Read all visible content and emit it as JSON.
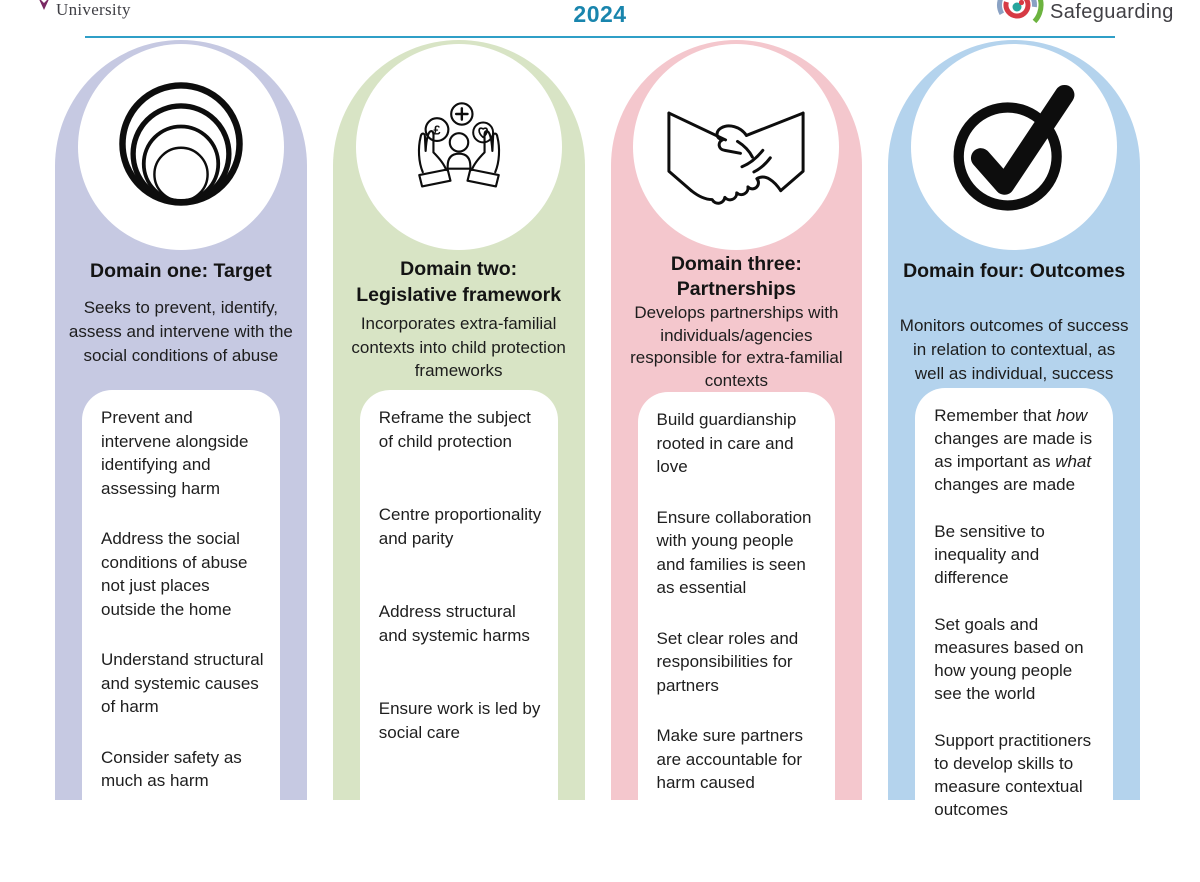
{
  "header": {
    "university": {
      "visible_text": "University"
    },
    "year": "2024",
    "brand": {
      "visible_text": "Safeguarding"
    }
  },
  "colors": {
    "accent_teal": "#1985ad",
    "rule_blue": "#2f9fc7",
    "column_1": "#c6c9e2",
    "column_2": "#d8e4c5",
    "column_3": "#f4c7cd",
    "column_4": "#b4d3ed"
  },
  "columns": [
    {
      "icon": "concentric-circles-target-icon",
      "color": "#c6c9e2",
      "title": "Domain one: Target",
      "subtitle": "Seeks to prevent, identify, assess and intervene with the social conditions of abuse",
      "bullets": [
        "Prevent and intervene alongside identifying and assessing harm",
        "Address the social conditions of abuse not just places outside the home",
        "Understand structural and systemic causes of harm",
        "Consider safety as much as harm"
      ]
    },
    {
      "icon": "caring-hands-icon",
      "color": "#d8e4c5",
      "title": "Domain two:\nLegislative framework",
      "subtitle": "Incorporates extra-familial contexts into child protection frameworks",
      "bullets": [
        "Reframe the subject of child protection",
        "Centre proportionality and parity",
        "Address structural and systemic harms",
        "Ensure work is led by social care"
      ]
    },
    {
      "icon": "handshake-icon",
      "color": "#f4c7cd",
      "title": "Domain three:\nPartnerships",
      "subtitle": "Develops partnerships with individuals/agencies responsible for extra-familial contexts",
      "bullets": [
        "Build guardianship rooted in care and love",
        "Ensure collaboration with young people and families is seen as essential",
        "Set clear roles and responsibilities for partners",
        "Make sure partners are accountable for harm caused"
      ]
    },
    {
      "icon": "checkmark-circle-icon",
      "color": "#b4d3ed",
      "title": "Domain four: Outcomes",
      "subtitle": "Monitors outcomes of success in relation to contextual, as well as individual, success",
      "bullets": [
        "Remember that *how* changes are made is as important as *what* changes are made",
        "Be sensitive to inequality and difference",
        "Set goals and measures based on how young people see the world",
        "Support practitioners to develop skills to measure contextual outcomes"
      ]
    }
  ]
}
